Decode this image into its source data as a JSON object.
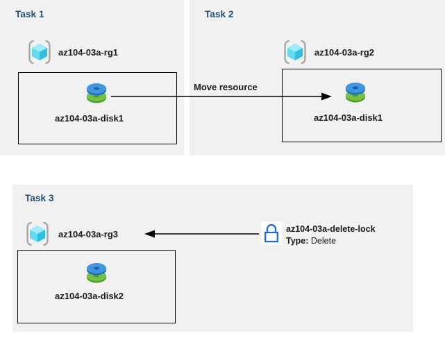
{
  "diagram": {
    "title_color": "#1f4e79",
    "panel_bg": "#f1f1f1",
    "page_bg": "#ffffff",
    "line_color": "#000000"
  },
  "panels": [
    {
      "title": "Task 1",
      "resource_group": {
        "label": "az104-03a-rg1",
        "icon": "resource-group-icon"
      },
      "resource": {
        "label": "az104-03a-disk1",
        "icon": "managed-disk-icon"
      }
    },
    {
      "title": "Task 2",
      "resource_group": {
        "label": "az104-03a-rg2",
        "icon": "resource-group-icon"
      },
      "resource": {
        "label": "az104-03a-disk1",
        "icon": "managed-disk-icon"
      }
    },
    {
      "title": "Task 3",
      "resource_group": {
        "label": "az104-03a-rg3",
        "icon": "resource-group-icon"
      },
      "resource": {
        "label": "az104-03a-disk2",
        "icon": "managed-disk-icon"
      }
    }
  ],
  "connectors": {
    "move_resource": {
      "label": "Move resource",
      "direction": "left-to-right"
    },
    "lock_applies_to": {
      "direction": "right-to-left"
    }
  },
  "lock": {
    "icon": "lock-icon",
    "name": "az104-03a-delete-lock",
    "type_key": "Type:",
    "type_value": "Delete",
    "icon_color": "#1565e0"
  }
}
